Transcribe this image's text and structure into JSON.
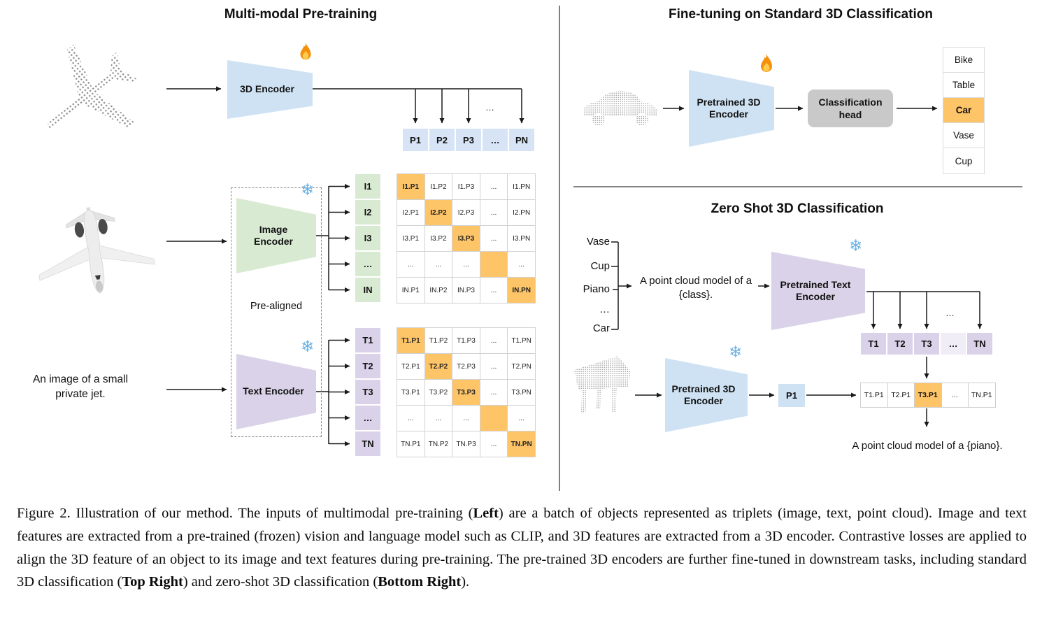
{
  "panels": {
    "pretrain": {
      "title": "Multi-modal Pre-training",
      "encoder3d_label": "3D Encoder",
      "image_encoder_label": "Image Encoder",
      "text_encoder_label": "Text Encoder",
      "prealigned_label": "Pre-aligned",
      "image_caption": "An image of a small private jet.",
      "p_row": [
        "P1",
        "P2",
        "P3",
        "…",
        "PN"
      ],
      "i_col": [
        "I1",
        "I2",
        "I3",
        "…",
        "IN"
      ],
      "t_col": [
        "T1",
        "T2",
        "T3",
        "…",
        "TN"
      ],
      "image_matrix": [
        [
          "I1.P1",
          "I1.P2",
          "I1.P3",
          "...",
          "I1.PN"
        ],
        [
          "I2.P1",
          "I2.P2",
          "I2.P3",
          "...",
          "I2.PN"
        ],
        [
          "I3.P1",
          "I3.P2",
          "I3.P3",
          "...",
          "I3.PN"
        ],
        [
          "...",
          "...",
          "...",
          "",
          "..."
        ],
        [
          "IN.P1",
          "IN.P2",
          "IN.P3",
          "...",
          "IN.PN"
        ]
      ],
      "text_matrix": [
        [
          "T1.P1",
          "T1.P2",
          "T1.P3",
          "...",
          "T1.PN"
        ],
        [
          "T2.P1",
          "T2.P2",
          "T2.P3",
          "...",
          "T2.PN"
        ],
        [
          "T3.P1",
          "T3.P2",
          "T3.P3",
          "...",
          "T3.PN"
        ],
        [
          "...",
          "...",
          "...",
          "",
          "..."
        ],
        [
          "TN.P1",
          "TN.P2",
          "TN.P3",
          "...",
          "TN.PN"
        ]
      ]
    },
    "finetune": {
      "title": "Fine-tuning on Standard 3D Classification",
      "encoder_label": "Pretrained 3D Encoder",
      "head_label": "Classification head",
      "classes": [
        "Bike",
        "Table",
        "Car",
        "Vase",
        "Cup"
      ],
      "highlighted_class": "Car"
    },
    "zeroshot": {
      "title": "Zero Shot 3D Classification",
      "class_list": [
        "Vase",
        "Cup",
        "Piano",
        "…",
        "Car"
      ],
      "prompt": "A point cloud model of a {class}.",
      "text_encoder_label": "Pretrained Text Encoder",
      "encoder3d_label": "Pretrained 3D Encoder",
      "t_row": [
        "T1",
        "T2",
        "T3",
        "…",
        "TN"
      ],
      "p_cell": "P1",
      "result_row": [
        "T1.P1",
        "T2.P1",
        "T3.P1",
        "...",
        "TN.P1"
      ],
      "highlighted_cell": "T3.P1",
      "result_caption": "A point cloud model of a {piano}."
    }
  },
  "misc": {
    "dots": "…"
  },
  "icons": {
    "fire": "fire-icon",
    "snowflake": "snowflake-icon",
    "snowflake_glyph": "❄"
  },
  "colors": {
    "encoder_blue": "#cfe2f3",
    "encoder_green": "#d9ead3",
    "encoder_purple": "#d9d2e9",
    "highlight_orange": "#fdc468",
    "p_cell_blue": "#d6e4f6",
    "head_gray": "#c9c9c9"
  },
  "figure_caption": {
    "segments": [
      {
        "text": "Figure 2. Illustration of our method. The inputs of multimodal pre-training (",
        "bold": false
      },
      {
        "text": "Left",
        "bold": true
      },
      {
        "text": ") are a batch of objects represented as triplets (image, text, point cloud). Image and text features are extracted from a pre-trained (frozen) vision and language model such as CLIP, and 3D features are extracted from a 3D encoder. Contrastive losses are applied to align the 3D feature of an object to its image and text features during pre-training. The pre-trained 3D encoders are further fine-tuned in downstream tasks, including standard 3D classification (",
        "bold": false
      },
      {
        "text": "Top Right",
        "bold": true
      },
      {
        "text": ") and zero-shot 3D classification (",
        "bold": false
      },
      {
        "text": "Bottom Right",
        "bold": true
      },
      {
        "text": ").",
        "bold": false
      }
    ]
  }
}
